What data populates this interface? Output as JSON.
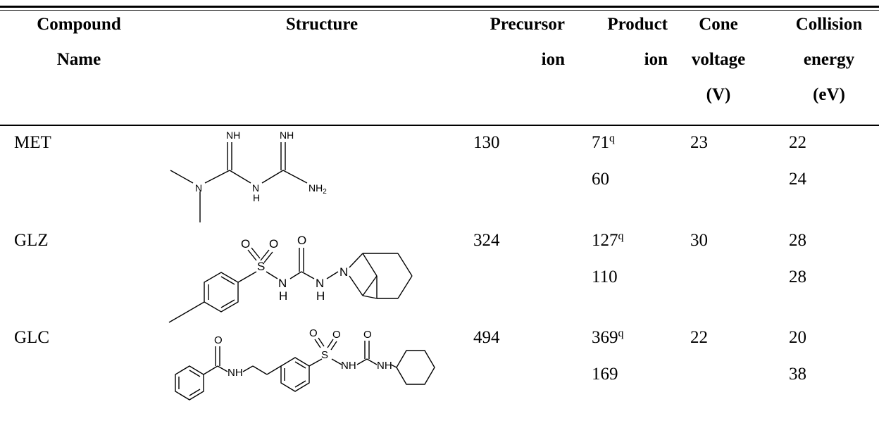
{
  "table": {
    "headers": [
      {
        "key": "compound",
        "lines": [
          "Compound",
          "Name"
        ]
      },
      {
        "key": "structure",
        "lines": [
          "Structure"
        ]
      },
      {
        "key": "precursor",
        "lines": [
          "Precursor",
          "ion"
        ]
      },
      {
        "key": "product",
        "lines": [
          "Product",
          "ion"
        ]
      },
      {
        "key": "cone",
        "lines": [
          "Cone",
          "voltage",
          "(V)"
        ]
      },
      {
        "key": "collision",
        "lines": [
          "Collision",
          "energy",
          "(eV)"
        ]
      }
    ],
    "rows": [
      {
        "name": "MET",
        "precursor": "130",
        "product_1": "71",
        "product_1_sup": "q",
        "product_2": "60",
        "cone": "23",
        "collision_1": "22",
        "collision_2": "24",
        "labels": {
          "nh_a": "NH",
          "nh_b": "NH",
          "n": "N",
          "h": "H",
          "nh2": "NH",
          "nh2_sub": "2"
        }
      },
      {
        "name": "GLZ",
        "precursor": "324",
        "product_1": "127",
        "product_1_sup": "q",
        "product_2": "110",
        "cone": "30",
        "collision_1": "28",
        "collision_2": "28",
        "labels": {
          "o1": "O",
          "o2": "O",
          "o3": "O",
          "s": "S",
          "n1": "N",
          "h1": "H",
          "n2": "N",
          "h2": "H",
          "n3": "N"
        }
      },
      {
        "name": "GLC",
        "precursor": "494",
        "product_1": "369",
        "product_1_sup": "q",
        "product_2": "169",
        "cone": "22",
        "collision_1": "20",
        "collision_2": "38",
        "labels": {
          "o1": "O",
          "nh1": "NH",
          "o2": "O",
          "o3": "O",
          "s": "S",
          "nh2": "NH",
          "o4": "O",
          "nh3": "NH"
        }
      }
    ]
  }
}
